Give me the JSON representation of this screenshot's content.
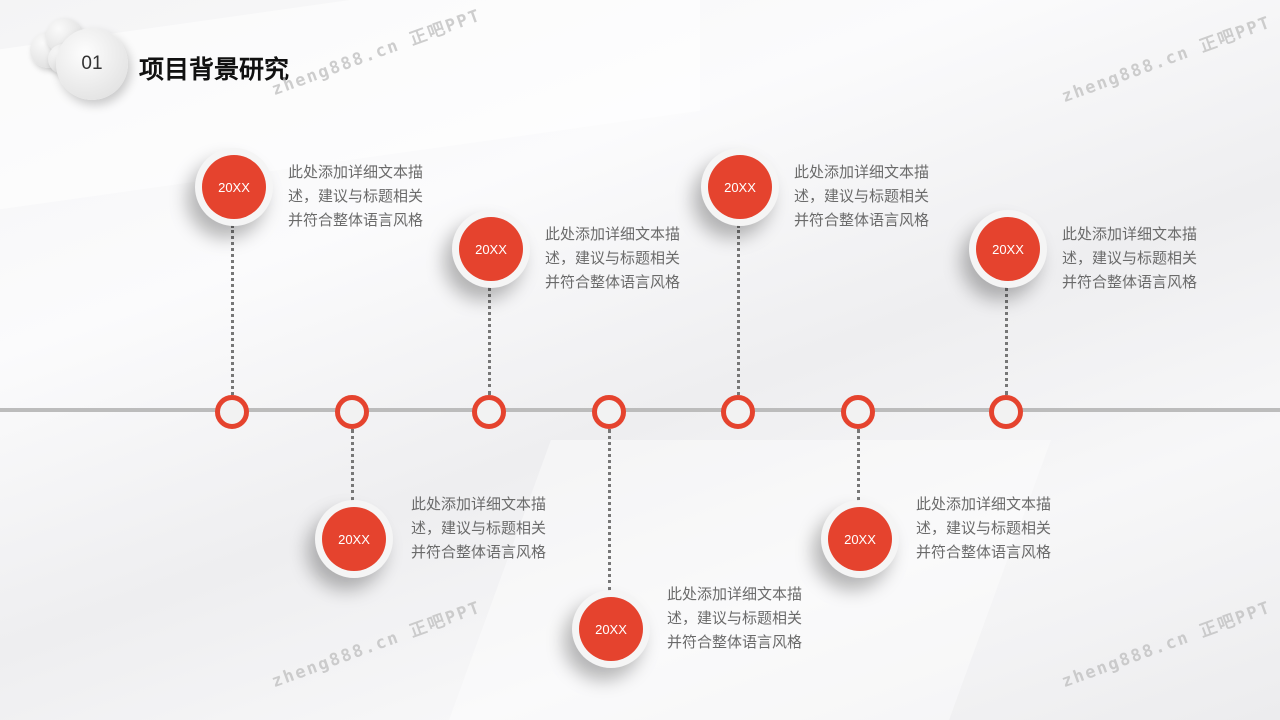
{
  "header": {
    "number": "01",
    "title": "项目背景研究"
  },
  "watermark": "zheng888.cn 正吧PPT",
  "accent_color": "#e5432e",
  "events": [
    {
      "year": "20XX",
      "position": "top",
      "lines": [
        "此处添加详细文本描",
        "述，建议与标题相关",
        "并符合整体语言风格"
      ]
    },
    {
      "year": "20XX",
      "position": "bottom",
      "lines": [
        "此处添加详细文本描",
        "述，建议与标题相关",
        "并符合整体语言风格"
      ]
    },
    {
      "year": "20XX",
      "position": "top",
      "lines": [
        "此处添加详细文本描",
        "述，建议与标题相关",
        "并符合整体语言风格"
      ]
    },
    {
      "year": "20XX",
      "position": "bottom",
      "lines": [
        "此处添加详细文本描",
        "述，建议与标题相关",
        "并符合整体语言风格"
      ]
    },
    {
      "year": "20XX",
      "position": "top",
      "lines": [
        "此处添加详细文本描",
        "述，建议与标题相关",
        "并符合整体语言风格"
      ]
    },
    {
      "year": "20XX",
      "position": "bottom",
      "lines": [
        "此处添加详细文本描",
        "述，建议与标题相关",
        "并符合整体语言风格"
      ]
    },
    {
      "year": "20XX",
      "position": "top",
      "lines": [
        "此处添加详细文本描",
        "述，建议与标题相关",
        "并符合整体语言风格"
      ]
    }
  ]
}
